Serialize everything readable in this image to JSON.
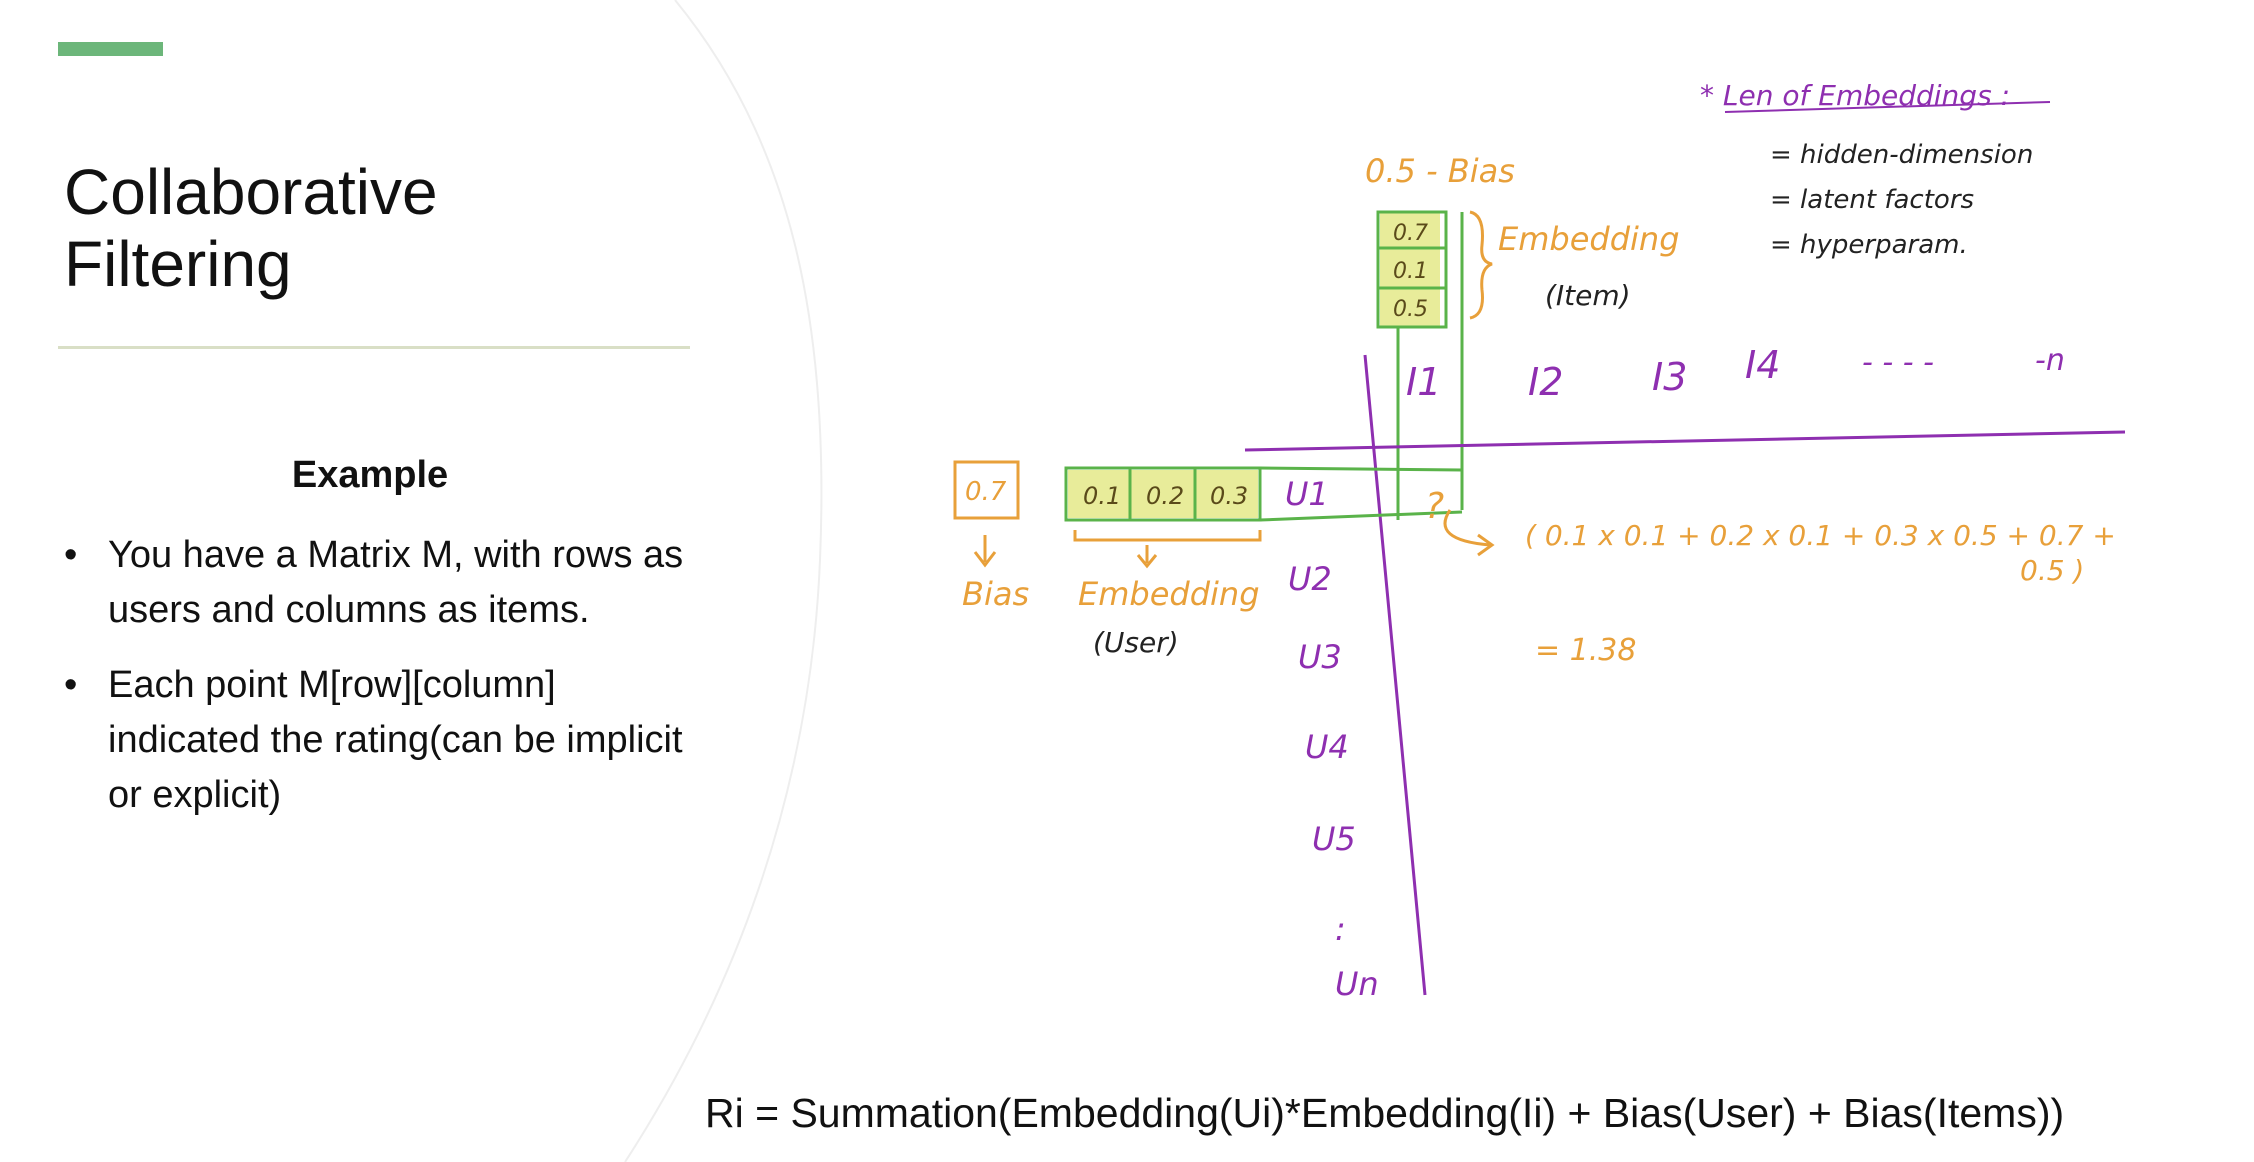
{
  "slide": {
    "title_lines": [
      "Collaborative",
      "Filtering"
    ],
    "example_heading": "Example",
    "bullets": [
      "You have a Matrix M, with rows as users and columns as items.",
      "Each point M[row][column] indicated the rating(can be implicit or explicit)"
    ],
    "formula": "Ri = Summation(Embedding(Ui)*Embedding(Ii)  + Bias(User) + Bias(Items))"
  },
  "sketch": {
    "notes_title": "* Len of Embeddings :",
    "notes": [
      "= hidden-dimension",
      "= latent factors",
      "= hyperparam."
    ],
    "item_bias_label": "0.5 - Bias",
    "item_embedding_values": [
      "0.7",
      "0.1",
      "0.5"
    ],
    "item_embedding_label": "Embedding",
    "item_embedding_sublabel": "(Item)",
    "item_headers": [
      "I1",
      "I2",
      "I3",
      "I4",
      "- - - -",
      "-n"
    ],
    "user_bias_value": "0.7",
    "user_bias_label": "Bias",
    "user_embedding_values": [
      "0.1",
      "0.2",
      "0.3"
    ],
    "user_embedding_label": "Embedding",
    "user_embedding_sublabel": "(User)",
    "user_headers": [
      "U1",
      "U2",
      "U3",
      "U4",
      "U5",
      ":",
      "Un"
    ],
    "cell_marker": "?",
    "calc_line1": "( 0.1 x 0.1 + 0.2 x 0.1 + 0.3 x 0.5 + 0.7 +",
    "calc_line2": "0.5 )",
    "calc_result": "= 1.38"
  },
  "colors": {
    "accent_green": "#6cb67a",
    "title_rule": "#d9dfc6",
    "ink_orange": "#e8a03a",
    "ink_purple": "#8e2fb0",
    "ink_green": "#5ab34a",
    "highlight_yellow": "#e8ec9a",
    "ink_black": "#222222"
  }
}
